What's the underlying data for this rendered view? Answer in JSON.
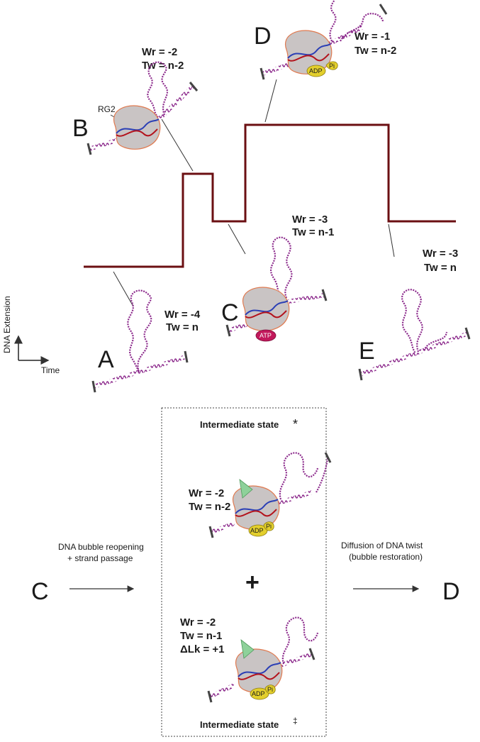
{
  "axes": {
    "y_label": "DNA Extension",
    "x_label": "Time"
  },
  "states": {
    "A": {
      "letter": "A",
      "wr": "Wr = -4",
      "tw": "Tw = n"
    },
    "B": {
      "letter": "B",
      "wr": "Wr = -2",
      "tw": "Tw = n-2",
      "protein_label": "RG2"
    },
    "C": {
      "letter": "C",
      "wr": "Wr = -3",
      "tw": "Tw = n-1",
      "bound": "ATP"
    },
    "D": {
      "letter": "D",
      "wr": "Wr = -1",
      "tw": "Tw = n-2",
      "bound": "ADP",
      "pi": "Pi"
    },
    "E": {
      "letter": "E",
      "wr": "Wr = -3",
      "tw": "Tw = n"
    }
  },
  "scheme": {
    "from_letter": "C",
    "to_letter": "D",
    "left_arrow": {
      "line1": "DNA bubble reopening",
      "line2": "+ strand passage"
    },
    "right_arrow": {
      "line1": "Diffusion of DNA twist",
      "line2": "(bubble restoration)"
    },
    "box": {
      "title_top": "Intermediate state",
      "title_top_mark": "*",
      "plus": "+",
      "title_bottom": "Intermediate state",
      "title_bottom_mark": "‡",
      "upper": {
        "wr": "Wr = -2",
        "tw": "Tw = n-2",
        "adp": "ADP",
        "pi": "Pi"
      },
      "lower": {
        "wr": "Wr = -2",
        "tw": "Tw = n-1",
        "dlk": "ΔLk = +1",
        "adp": "ADP",
        "pi": "Pi"
      }
    }
  },
  "colors": {
    "trace": "#6b0f12",
    "dna": "#8c2a8c",
    "protein_fill": "#c9c4c4",
    "protein_edge": "#e07a50",
    "strand_blue": "#2b3fb5",
    "strand_red": "#b3121b",
    "atp": "#c2185b",
    "adp": "#e3cf2c",
    "arrowhead": "#8ed19a"
  }
}
